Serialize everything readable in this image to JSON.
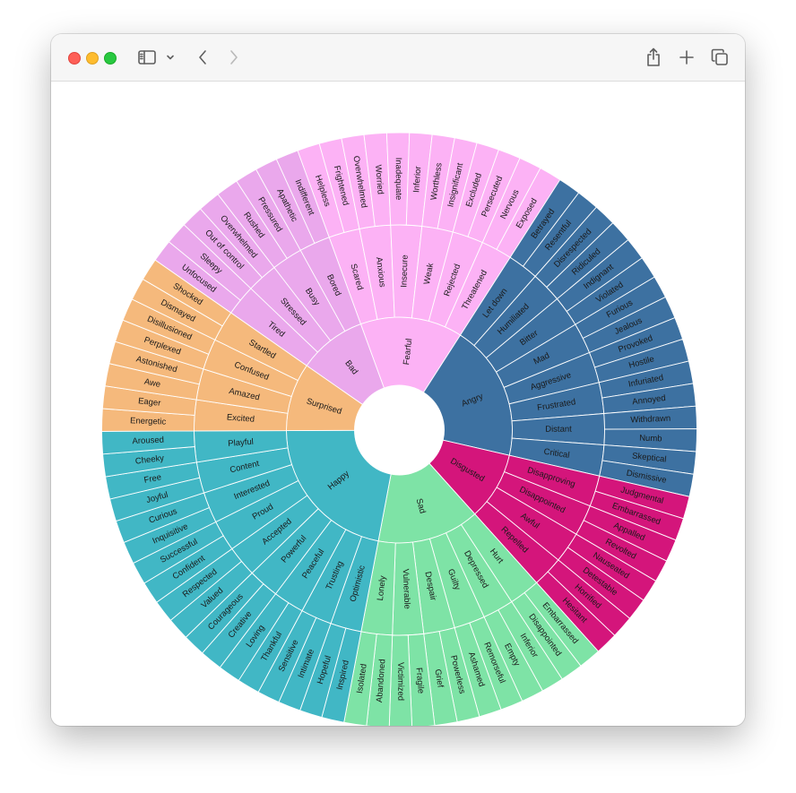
{
  "window": {
    "icons": [
      "close-light",
      "minimize-light",
      "zoom-light",
      "sidebar-icon",
      "chevron-down-icon",
      "back-icon",
      "forward-icon",
      "share-icon",
      "new-tab-icon",
      "tabs-overview-icon"
    ]
  },
  "wheel": {
    "categories": [
      {
        "name": "Fearful",
        "color": "#fcb2f5",
        "children": [
          {
            "name": "Scared",
            "leaves": [
              "Helpless",
              "Frightened"
            ]
          },
          {
            "name": "Anxious",
            "leaves": [
              "Overwhelmed",
              "Worried"
            ]
          },
          {
            "name": "Insecure",
            "leaves": [
              "Inadequate",
              "Inferior"
            ]
          },
          {
            "name": "Weak",
            "leaves": [
              "Worthless",
              "Insignificant"
            ]
          },
          {
            "name": "Rejected",
            "leaves": [
              "Excluded",
              "Persecuted"
            ]
          },
          {
            "name": "Threatened",
            "leaves": [
              "Nervous",
              "Exposed"
            ]
          }
        ]
      },
      {
        "name": "Angry",
        "color": "#3d71a1",
        "children": [
          {
            "name": "Let down",
            "leaves": [
              "Betrayed",
              "Resentful"
            ]
          },
          {
            "name": "Humiliated",
            "leaves": [
              "Disrespected",
              "Ridiculed"
            ]
          },
          {
            "name": "Bitter",
            "leaves": [
              "Indignant",
              "Violated"
            ]
          },
          {
            "name": "Mad",
            "leaves": [
              "Furious",
              "Jealous"
            ]
          },
          {
            "name": "Aggressive",
            "leaves": [
              "Provoked",
              "Hostile"
            ]
          },
          {
            "name": "Frustrated",
            "leaves": [
              "Infuriated",
              "Annoyed"
            ]
          },
          {
            "name": "Distant",
            "leaves": [
              "Withdrawn",
              "Numb"
            ]
          },
          {
            "name": "Critical",
            "leaves": [
              "Skeptical",
              "Dismissive"
            ]
          }
        ]
      },
      {
        "name": "Disgusted",
        "color": "#d4157b",
        "children": [
          {
            "name": "Disapproving",
            "leaves": [
              "Judgmental",
              "Embarrassed"
            ]
          },
          {
            "name": "Disappointed",
            "leaves": [
              "Appalled",
              "Revolted"
            ]
          },
          {
            "name": "Awful",
            "leaves": [
              "Nauseated",
              "Detestable"
            ]
          },
          {
            "name": "Repelled",
            "leaves": [
              "Horrified",
              "Hesitant"
            ]
          }
        ]
      },
      {
        "name": "Sad",
        "color": "#7ee3a6",
        "children": [
          {
            "name": "Hurt",
            "leaves": [
              "Embarrassed",
              "Disappointed"
            ]
          },
          {
            "name": "Depressed",
            "leaves": [
              "Inferior",
              "Empty"
            ]
          },
          {
            "name": "Guilty",
            "leaves": [
              "Remorseful",
              "Ashamed"
            ]
          },
          {
            "name": "Despair",
            "leaves": [
              "Powerless",
              "Grief"
            ]
          },
          {
            "name": "Vulnerable",
            "leaves": [
              "Fragile",
              "Victimized"
            ]
          },
          {
            "name": "Lonely",
            "leaves": [
              "Abandoned",
              "Isolated"
            ]
          }
        ]
      },
      {
        "name": "Happy",
        "color": "#41b7c5",
        "children": [
          {
            "name": "Optimistic",
            "leaves": [
              "Inspired",
              "Hopeful"
            ]
          },
          {
            "name": "Trusting",
            "leaves": [
              "Intimate",
              "Sensitive"
            ]
          },
          {
            "name": "Peaceful",
            "leaves": [
              "Thankful",
              "Loving"
            ]
          },
          {
            "name": "Powerful",
            "leaves": [
              "Creative",
              "Courageous"
            ]
          },
          {
            "name": "Accepted",
            "leaves": [
              "Valued",
              "Respected"
            ]
          },
          {
            "name": "Proud",
            "leaves": [
              "Confident",
              "Successful"
            ]
          },
          {
            "name": "Interested",
            "leaves": [
              "Inquisitive",
              "Curious"
            ]
          },
          {
            "name": "Content",
            "leaves": [
              "Joyful",
              "Free"
            ]
          },
          {
            "name": "Playful",
            "leaves": [
              "Cheeky",
              "Aroused"
            ]
          }
        ]
      },
      {
        "name": "Surprised",
        "color": "#f5b97c",
        "children": [
          {
            "name": "Excited",
            "leaves": [
              "Energetic",
              "Eager"
            ]
          },
          {
            "name": "Amazed",
            "leaves": [
              "Awe",
              "Astonished"
            ]
          },
          {
            "name": "Confused",
            "leaves": [
              "Perplexed",
              "Disillusioned"
            ]
          },
          {
            "name": "Startled",
            "leaves": [
              "Dismayed",
              "Shocked"
            ]
          }
        ]
      },
      {
        "name": "Bad",
        "color": "#eaa8ec",
        "children": [
          {
            "name": "Tired",
            "leaves": [
              "Unfocused",
              "Sleepy"
            ]
          },
          {
            "name": "Stressed",
            "leaves": [
              "Out of control",
              "Overwhelmed"
            ]
          },
          {
            "name": "Busy",
            "leaves": [
              "Rushed",
              "Pressured"
            ]
          },
          {
            "name": "Bored",
            "leaves": [
              "Apathetic",
              "Indifferent"
            ]
          }
        ]
      }
    ]
  }
}
